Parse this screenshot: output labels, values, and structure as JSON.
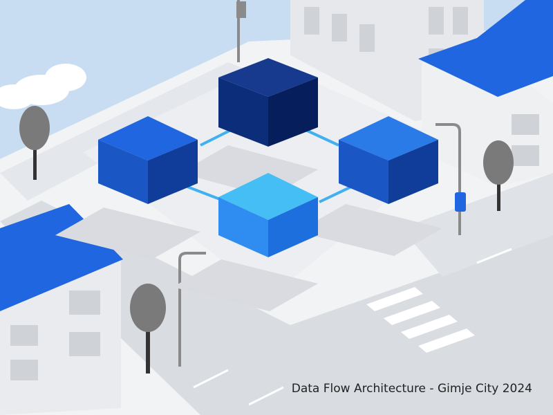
{
  "caption": "Data Flow Architecture - Gimje City 2024",
  "colors": {
    "sky": "#c8ddf2",
    "ground": "#f2f3f5",
    "road": "#d7dadf",
    "roof": "#1f66e0",
    "building": "#eef0f2",
    "tree": "#7a7a7a",
    "block_dark": "#0c2e7a",
    "block_mid": "#1a56c4",
    "block_light": "#2f8cf0",
    "connector": "#3fb0f0"
  },
  "blocks": [
    {
      "id": "block-top",
      "tone": "dark"
    },
    {
      "id": "block-left",
      "tone": "mid"
    },
    {
      "id": "block-right",
      "tone": "mid"
    },
    {
      "id": "block-front",
      "tone": "light"
    }
  ],
  "icons": [
    "tree-icon",
    "street-lamp-icon",
    "traffic-sign-icon",
    "building-icon",
    "cloud-icon"
  ]
}
